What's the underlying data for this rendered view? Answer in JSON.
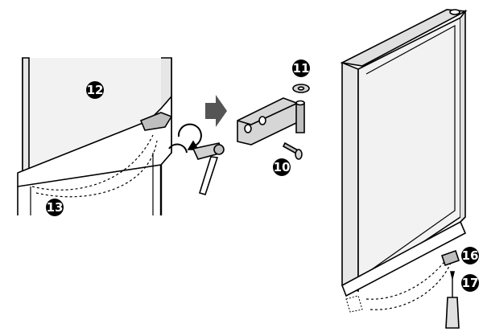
{
  "callouts": [
    {
      "id": "c12",
      "label": "12"
    },
    {
      "id": "c11",
      "label": "11"
    },
    {
      "id": "c10",
      "label": "10"
    },
    {
      "id": "c13",
      "label": "13"
    },
    {
      "id": "c16",
      "label": "16"
    },
    {
      "id": "c17",
      "label": "17"
    }
  ],
  "colors": {
    "line": "#000000",
    "door_fill": "#f2f2f2",
    "door_shade": "#dcdcdc",
    "part_fill": "#bfbfbf",
    "arrow_fill": "#555555",
    "background": "#ffffff"
  }
}
